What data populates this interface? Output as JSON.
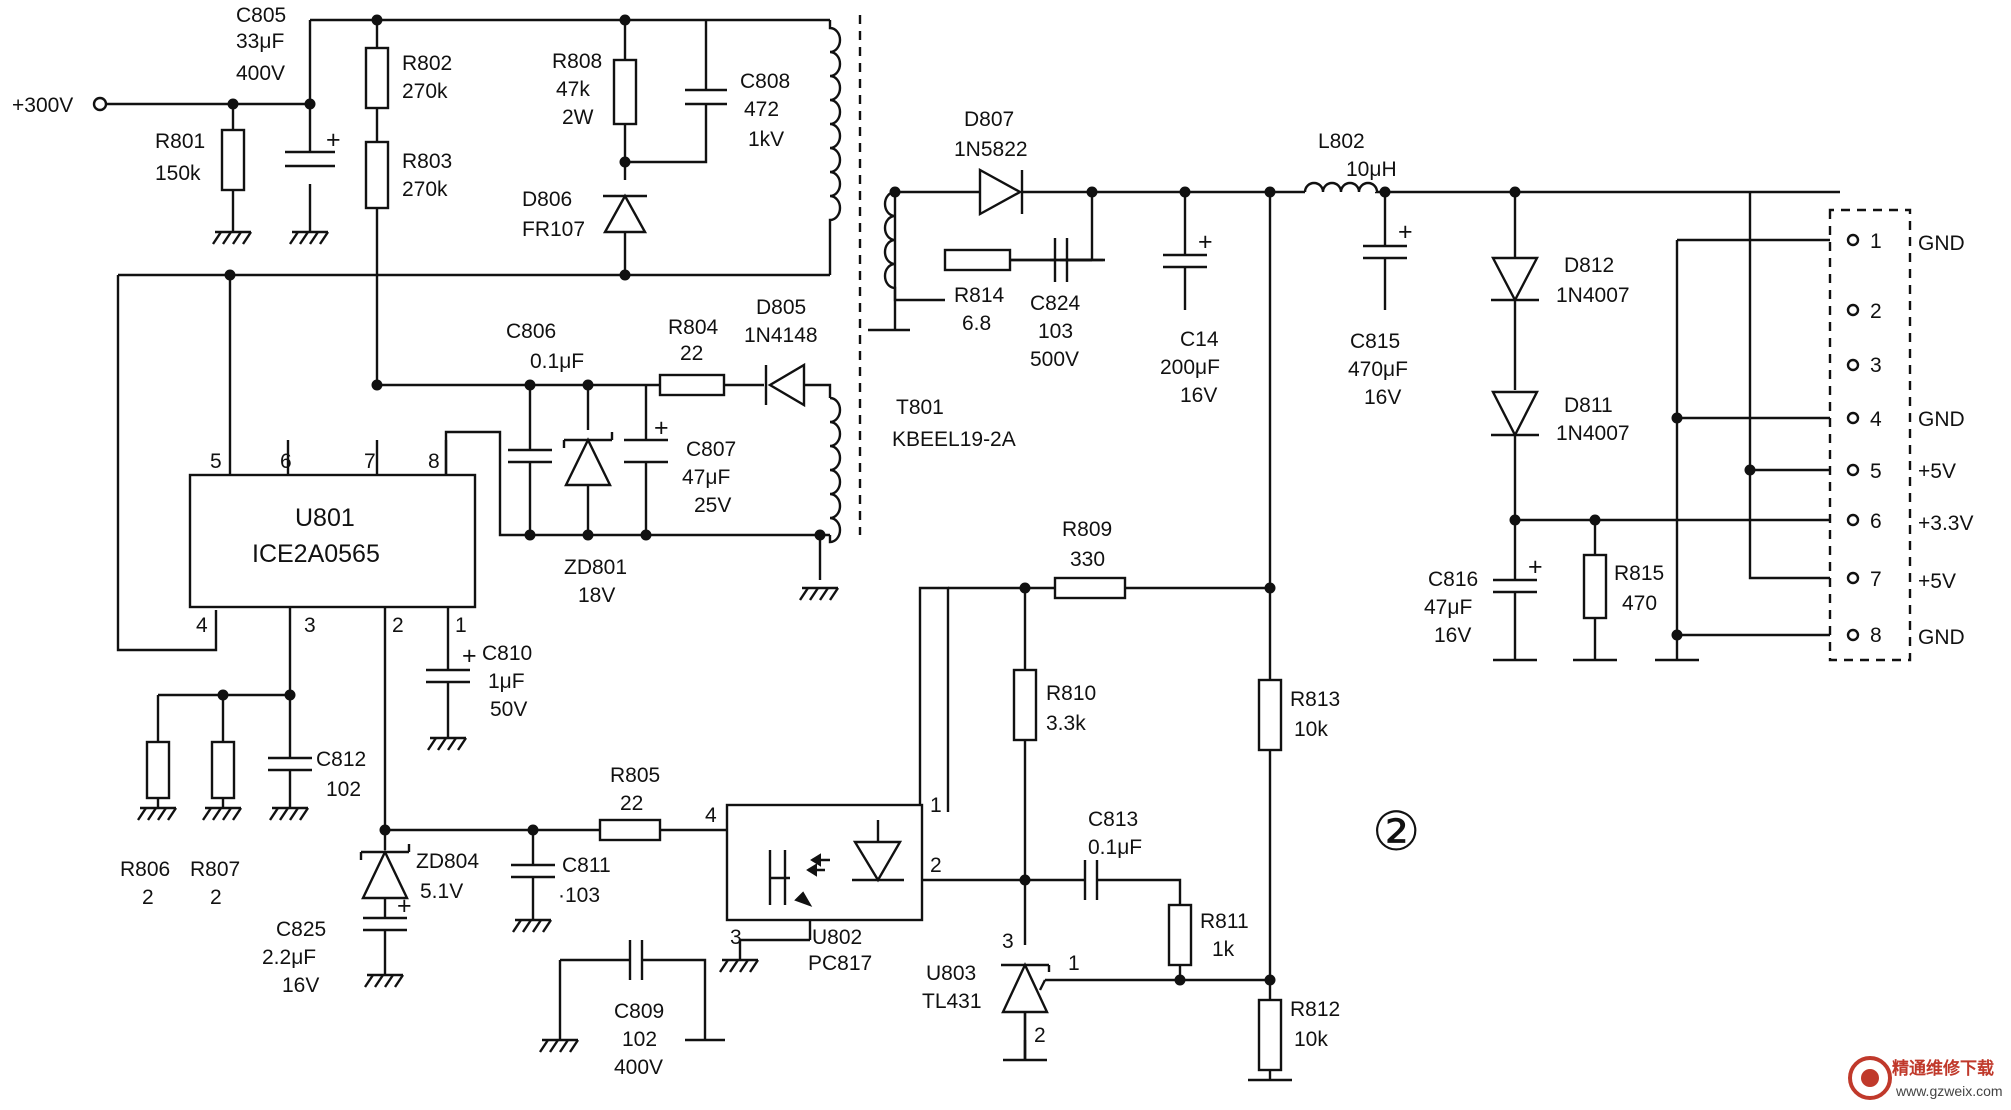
{
  "input": {
    "label": "+300V"
  },
  "figure_mark": "②",
  "components": {
    "C805": {
      "ref": "C805",
      "v1": "33μF",
      "v2": "400V"
    },
    "R801": {
      "ref": "R801",
      "v1": "150k"
    },
    "R802": {
      "ref": "R802",
      "v1": "270k"
    },
    "R803": {
      "ref": "R803",
      "v1": "270k"
    },
    "R808": {
      "ref": "R808",
      "v1": "47k",
      "v2": "2W"
    },
    "C808": {
      "ref": "C808",
      "v1": "472",
      "v2": "1kV"
    },
    "D806": {
      "ref": "D806",
      "v1": "FR107"
    },
    "C806": {
      "ref": "C806",
      "v1": "0.1μF"
    },
    "R804": {
      "ref": "R804",
      "v1": "22"
    },
    "D805": {
      "ref": "D805",
      "v1": "1N4148"
    },
    "C807": {
      "ref": "C807",
      "v1": "47μF",
      "v2": "25V"
    },
    "ZD801": {
      "ref": "ZD801",
      "v1": "18V"
    },
    "U801": {
      "ref": "U801",
      "v1": "ICE2A0565",
      "pins": [
        "5",
        "6",
        "7",
        "8",
        "4",
        "3",
        "2",
        "1"
      ]
    },
    "C810": {
      "ref": "C810",
      "v1": "1μF",
      "v2": "50V"
    },
    "C812": {
      "ref": "C812",
      "v1": "102"
    },
    "R806": {
      "ref": "R806",
      "v1": "2"
    },
    "R807": {
      "ref": "R807",
      "v1": "2"
    },
    "ZD804": {
      "ref": "ZD804",
      "v1": "5.1V"
    },
    "C825": {
      "ref": "C825",
      "v1": "2.2μF",
      "v2": "16V"
    },
    "C811": {
      "ref": "C811",
      "v1": "·103"
    },
    "R805": {
      "ref": "R805",
      "v1": "22"
    },
    "C809": {
      "ref": "C809",
      "v1": "102",
      "v2": "400V"
    },
    "U802": {
      "ref": "U802",
      "v1": "PC817",
      "pins": [
        "4",
        "1",
        "2",
        "3"
      ]
    },
    "T801": {
      "ref": "T801",
      "v1": "KBEEL19-2A"
    },
    "D807": {
      "ref": "D807",
      "v1": "1N5822"
    },
    "R814": {
      "ref": "R814",
      "v1": "6.8"
    },
    "C824": {
      "ref": "C824",
      "v1": "103",
      "v2": "500V"
    },
    "C14": {
      "ref": "C14",
      "v1": "200μF",
      "v2": "16V"
    },
    "L802": {
      "ref": "L802",
      "v1": "10μH"
    },
    "C815": {
      "ref": "C815",
      "v1": "470μF",
      "v2": "16V"
    },
    "D812": {
      "ref": "D812",
      "v1": "1N4007"
    },
    "D811": {
      "ref": "D811",
      "v1": "1N4007"
    },
    "C816": {
      "ref": "C816",
      "v1": "47μF",
      "v2": "16V"
    },
    "R815": {
      "ref": "R815",
      "v1": "470"
    },
    "R809": {
      "ref": "R809",
      "v1": "330"
    },
    "R810": {
      "ref": "R810",
      "v1": "3.3k"
    },
    "R813": {
      "ref": "R813",
      "v1": "10k"
    },
    "C813": {
      "ref": "C813",
      "v1": "0.1μF"
    },
    "R811": {
      "ref": "R811",
      "v1": "1k"
    },
    "U803": {
      "ref": "U803",
      "v1": "TL431",
      "pins": [
        "3",
        "1",
        "2"
      ]
    },
    "R812": {
      "ref": "R812",
      "v1": "10k"
    }
  },
  "connector": {
    "pins": [
      {
        "num": "1",
        "label": "GND"
      },
      {
        "num": "2",
        "label": ""
      },
      {
        "num": "3",
        "label": ""
      },
      {
        "num": "4",
        "label": "GND"
      },
      {
        "num": "5",
        "label": "+5V"
      },
      {
        "num": "6",
        "label": "+3.3V"
      },
      {
        "num": "7",
        "label": "+5V"
      },
      {
        "num": "8",
        "label": "GND"
      }
    ]
  },
  "watermark": {
    "site": "精通维修下载",
    "url": "www.gzweix.com"
  },
  "colors": {
    "ink": "#111111",
    "paper": "#ffffff",
    "watermark": "#c0392b"
  }
}
